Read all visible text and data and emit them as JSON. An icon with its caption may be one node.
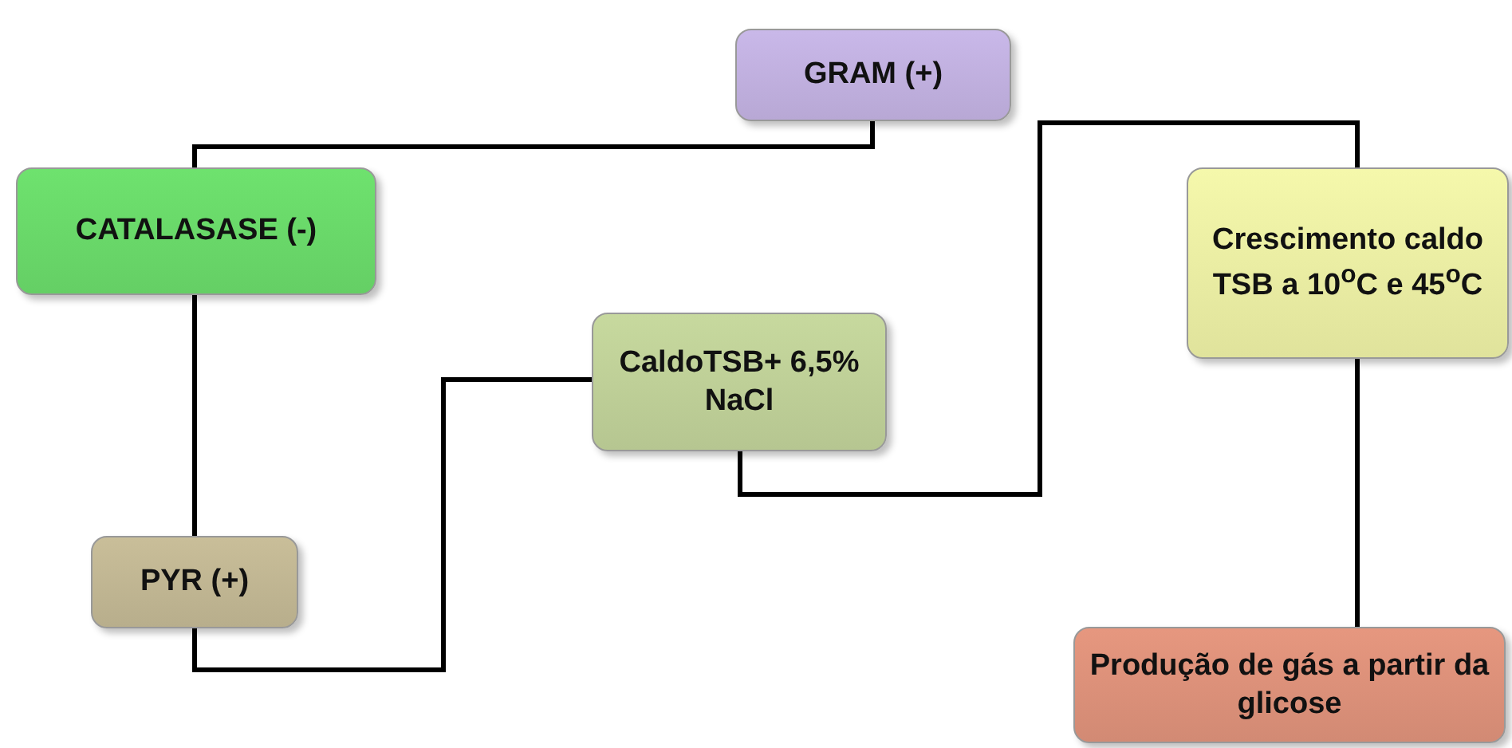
{
  "diagram": {
    "nodes": [
      {
        "text": [
          "GRAM (+)"
        ]
      },
      {
        "text": [
          "CATALASASE (-)"
        ]
      },
      {
        "text": [
          "CaldoTSB+ 6,5% NaCl"
        ]
      },
      {
        "text": [
          "Crescimento caldo TSB a 10$^{o}$C e 45$^{o}$C"
        ]
      },
      {
        "text": [
          "PYR (+)"
        ]
      },
      {
        "text": [
          "Produção de gás a partir da glicose"
        ]
      }
    ],
    "edges": [
      {
        "from": 0,
        "to": 1,
        "arrow": "none"
      },
      {
        "from": 1,
        "to": 4,
        "arrow": "none"
      },
      {
        "from": 4,
        "to": 2,
        "arrow": "none"
      },
      {
        "from": 2,
        "to": 3,
        "arrow": "none"
      },
      {
        "from": 3,
        "to": 5,
        "arrow": "none"
      }
    ]
  }
}
